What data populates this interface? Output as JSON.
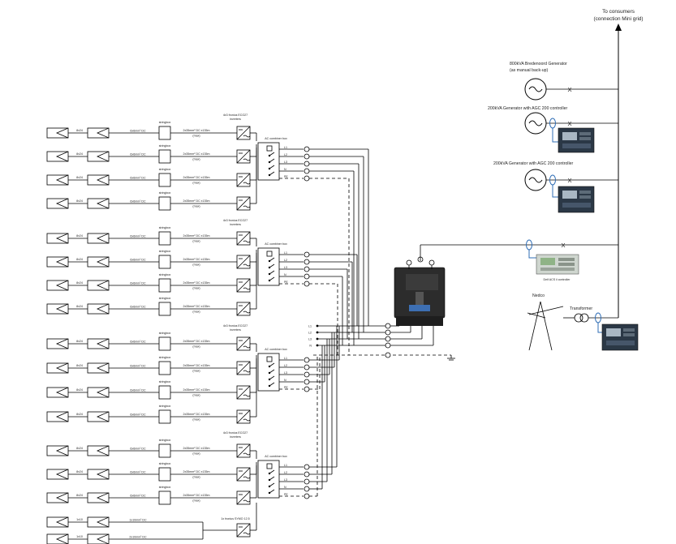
{
  "consumers": {
    "line1": "To consumers",
    "line2": "(connection Mini grid)"
  },
  "generators": [
    {
      "line1": "800kVA Bredenoord Generator",
      "line2": "(as manual back-up)"
    },
    {
      "line1": "200kVA Generator with AGC 200 controller",
      "line2": ""
    },
    {
      "line1": "200kVA Generator with AGC 200 controller",
      "line2": ""
    }
  ],
  "controller_label": "Deif ACS ii controller",
  "nedco_label": "Nedco",
  "transformer_label": "Transformer",
  "x_mark": "X",
  "groups": [
    {
      "inverter_title": [
        "4x3 fronius ECO27",
        "inverters"
      ],
      "combiner_title": "AC combiner box",
      "rows": [
        {
          "string": "8x24",
          "cable": "6x6mm² DC",
          "box": "stringbox",
          "dc": "2x35mm² DC x135m",
          "max": "(max)"
        },
        {
          "string": "8x24",
          "cable": "6x6mm² DC",
          "box": "stringbox",
          "dc": "2x35mm² DC x135m",
          "max": "(max)"
        },
        {
          "string": "8x24",
          "cable": "6x6mm² DC",
          "box": "stringbox",
          "dc": "2x35mm² DC x135m",
          "max": "(max)"
        },
        {
          "string": "8x24",
          "cable": "6x6mm² DC",
          "box": "stringbox",
          "dc": "2x35mm² DC x135m",
          "max": "(max)"
        }
      ],
      "ac_labels": [
        "L1",
        "L2",
        "L3",
        "N",
        "PE"
      ]
    },
    {
      "inverter_title": [
        "4x3 fronius ECO27",
        "inverters"
      ],
      "combiner_title": "AC combiner box",
      "rows": [
        {
          "string": "8x24",
          "cable": "6x6mm² DC",
          "box": "stringbox",
          "dc": "2x35mm² DC x135m",
          "max": "(max)"
        },
        {
          "string": "8x24",
          "cable": "6x6mm² DC",
          "box": "stringbox",
          "dc": "2x35mm² DC x135m",
          "max": "(max)"
        },
        {
          "string": "8x24",
          "cable": "6x6mm² DC",
          "box": "stringbox",
          "dc": "2x35mm² DC x135m",
          "max": "(max)"
        },
        {
          "string": "8x24",
          "cable": "6x6mm² DC",
          "box": "stringbox",
          "dc": "2x35mm² DC x135m",
          "max": "(max)"
        }
      ],
      "ac_labels": [
        "L1",
        "L2",
        "L3",
        "N",
        "PE"
      ]
    },
    {
      "inverter_title": [
        "4x3 fronius ECO27",
        "inverters"
      ],
      "combiner_title": "AC combiner box",
      "rows": [
        {
          "string": "8x24",
          "cable": "6x6mm² DC",
          "box": "stringbox",
          "dc": "2x35mm² DC x135m",
          "max": "(max)"
        },
        {
          "string": "8x24",
          "cable": "6x6mm² DC",
          "box": "stringbox",
          "dc": "2x35mm² DC x135m",
          "max": "(max)"
        },
        {
          "string": "8x24",
          "cable": "6x6mm² DC",
          "box": "stringbox",
          "dc": "2x35mm² DC x135m",
          "max": "(max)"
        },
        {
          "string": "8x24",
          "cable": "6x6mm² DC",
          "box": "stringbox",
          "dc": "2x35mm² DC x135m",
          "max": "(max)"
        }
      ],
      "ac_labels": [
        "L1",
        "L2",
        "L3",
        "N",
        "PE"
      ]
    },
    {
      "inverter_title": [
        "4x3 fronius ECO27",
        "inverters"
      ],
      "combiner_title": "AC combiner box",
      "rows": [
        {
          "string": "8x24",
          "cable": "6x6mm² DC",
          "box": "stringbox",
          "dc": "2x35mm² DC x135m",
          "max": "(max)"
        },
        {
          "string": "8x24",
          "cable": "6x6mm² DC",
          "box": "stringbox",
          "dc": "2x35mm² DC x135m",
          "max": "(max)"
        },
        {
          "string": "8x24",
          "cable": "6x6mm² DC",
          "box": "stringbox",
          "dc": "2x35mm² DC x135m",
          "max": "(max)"
        }
      ],
      "ac_labels": [
        "L1",
        "L2",
        "L3",
        "N",
        "PE"
      ]
    }
  ],
  "extra": {
    "title": "1x fronius SYMO 12.5",
    "rows": [
      {
        "string": "1x10",
        "cable": "1x10mm² DC"
      },
      {
        "string": "1x10",
        "cable": "2x10mm² DC"
      }
    ]
  },
  "main_bus_labels": [
    "L1",
    "L2",
    "L3",
    "N"
  ]
}
